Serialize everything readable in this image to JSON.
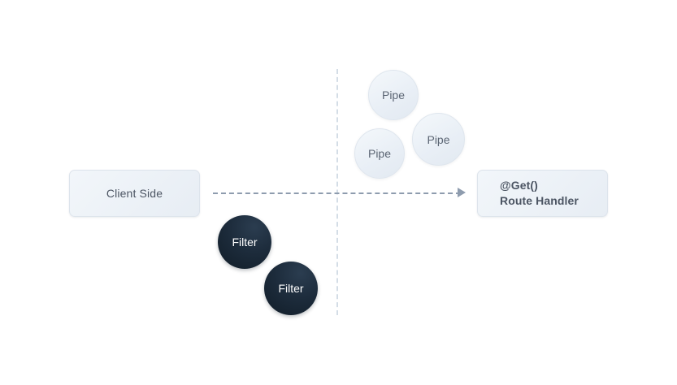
{
  "diagram": {
    "background_color": "#ffffff",
    "boxes": [
      {
        "id": "client-side",
        "label": "Client Side",
        "fill": "#eaeff5",
        "text_color": "#4c5563"
      },
      {
        "id": "route-handler",
        "line1": "@Get()",
        "line2": "Route Handler",
        "fill": "#eaeff5",
        "text_color": "#4c5563"
      }
    ],
    "pipes": [
      {
        "label": "Pipe"
      },
      {
        "label": "Pipe"
      },
      {
        "label": "Pipe"
      }
    ],
    "filters": [
      {
        "label": "Filter"
      },
      {
        "label": "Filter"
      }
    ],
    "connectors": {
      "request_arrow_color": "#8e9cae",
      "divider_color": "#d4dde6"
    }
  }
}
